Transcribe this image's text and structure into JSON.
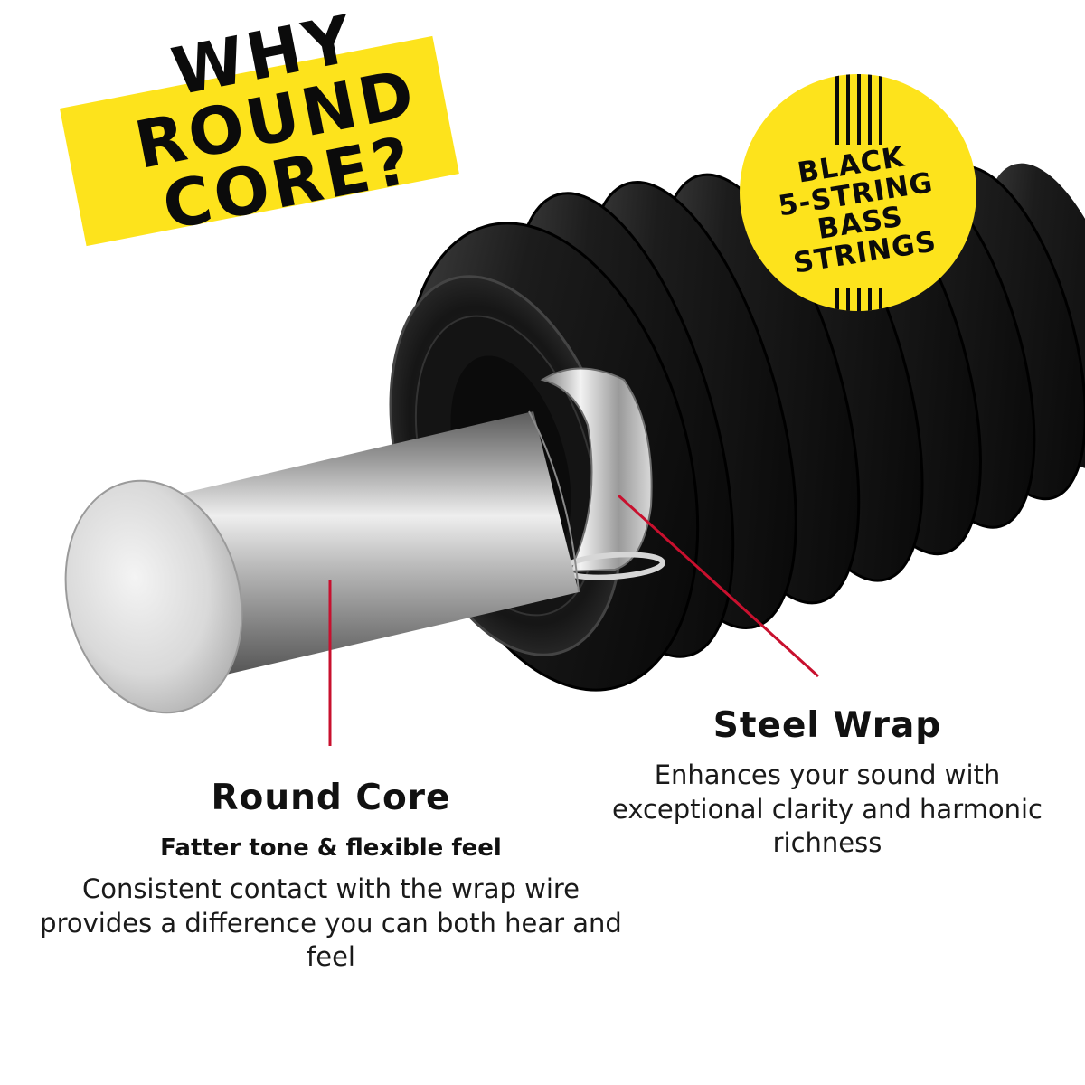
{
  "headline": {
    "line1": "WHY",
    "line2": "ROUND",
    "line3": "CORE?"
  },
  "badge": {
    "line1": "BLACK",
    "line2": "5-STRING",
    "line3": "BASS",
    "line4": "STRINGS"
  },
  "round_core": {
    "title": "Round Core",
    "subtitle": "Fatter tone & flexible feel",
    "body": "Consistent contact with the wrap wire provides a difference you can both hear and feel"
  },
  "steel_wrap": {
    "title": "Steel Wrap",
    "body": "Enhances your sound with exceptional clarity and harmonic richness"
  },
  "colors": {
    "brand_yellow": "#fde31c",
    "pointer_red": "#c8102e",
    "text_black": "#0b0b0b"
  }
}
